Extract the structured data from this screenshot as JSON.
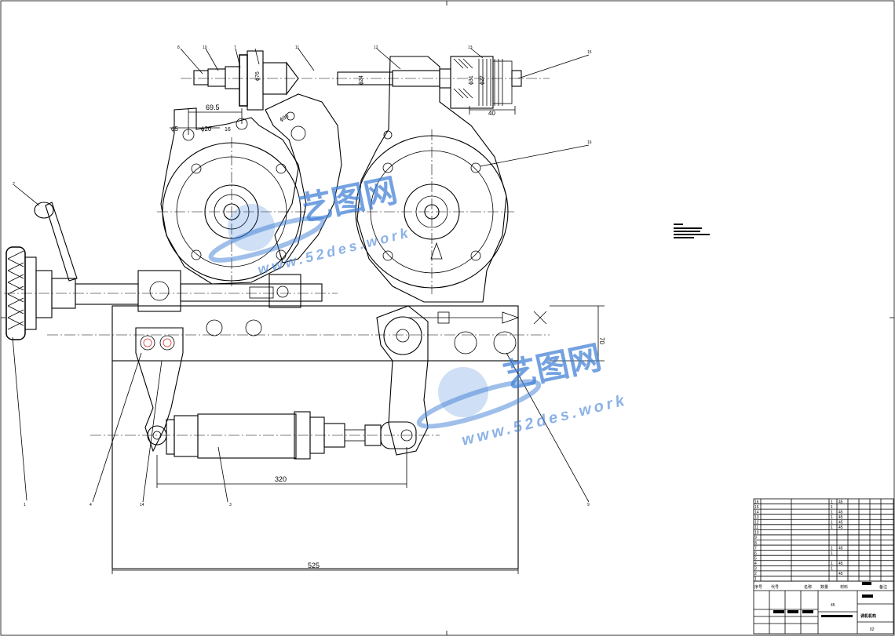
{
  "drawing": {
    "dimensions": {
      "d_69_5": "69.5",
      "d_20": "ϕ20",
      "d_5": "ϕ5",
      "d_16": "16",
      "d_76": "ϕ76",
      "d_24": "ϕ24",
      "d_31": "ϕ31",
      "d_27": "ϕ27",
      "d_40": "40",
      "d_95": "ϕ95",
      "d_70": "70",
      "d_320": "320",
      "d_525": "525"
    },
    "balloons": [
      "1",
      "2",
      "3",
      "4",
      "8",
      "9",
      "7",
      "10",
      "11",
      "12",
      "13",
      "14",
      "15",
      "16"
    ]
  },
  "watermark": {
    "brand": "艺图网",
    "url": "www.52des.work"
  },
  "title_block": {
    "material": "45",
    "drawing_name": "调机机构",
    "sheet_no": "02",
    "header_labels": {
      "no": "序号",
      "code": "代号",
      "name": "名称",
      "qty": "数量",
      "material": "材料",
      "remark": "备注"
    },
    "rows": [
      {
        "no": "16",
        "code": "",
        "name": "",
        "qty": "1",
        "material": "45"
      },
      {
        "no": "15",
        "code": "",
        "name": "",
        "qty": "1",
        "material": ""
      },
      {
        "no": "14",
        "code": "",
        "name": "",
        "qty": "1",
        "material": "45"
      },
      {
        "no": "13",
        "code": "",
        "name": "",
        "qty": "1",
        "material": "45"
      },
      {
        "no": "12",
        "code": "",
        "name": "",
        "qty": "1",
        "material": "45"
      },
      {
        "no": "11",
        "code": "",
        "name": "",
        "qty": "1",
        "material": "45"
      },
      {
        "no": "10",
        "code": "",
        "name": "",
        "qty": "",
        "material": ""
      },
      {
        "no": "9",
        "code": "",
        "name": "",
        "qty": "",
        "material": ""
      },
      {
        "no": "8",
        "code": "",
        "name": "",
        "qty": "",
        "material": ""
      },
      {
        "no": "7",
        "code": "",
        "name": "",
        "qty": "1",
        "material": "45"
      },
      {
        "no": "6",
        "code": "",
        "name": "",
        "qty": "1",
        "material": ""
      },
      {
        "no": "5",
        "code": "",
        "name": "",
        "qty": "",
        "material": ""
      },
      {
        "no": "4",
        "code": "",
        "name": "",
        "qty": "1",
        "material": "45"
      },
      {
        "no": "3",
        "code": "",
        "name": "",
        "qty": "1",
        "material": ""
      },
      {
        "no": "2",
        "code": "",
        "name": "",
        "qty": "",
        "material": "45"
      },
      {
        "no": "1",
        "code": "",
        "name": "",
        "qty": "",
        "material": ""
      }
    ]
  }
}
